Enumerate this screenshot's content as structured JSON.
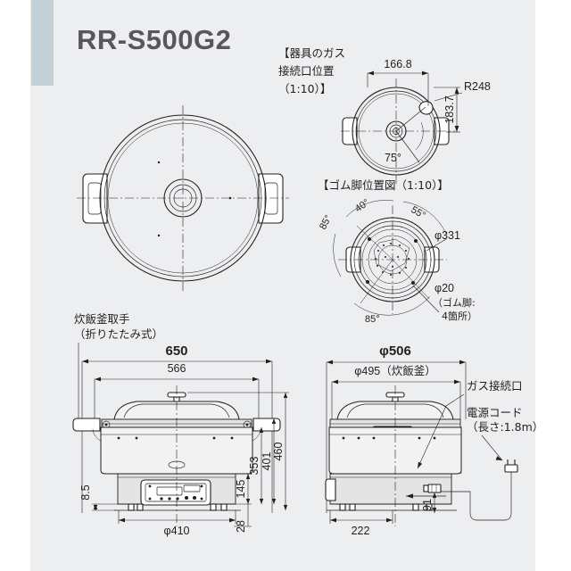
{
  "product": {
    "model": "RR-S500G2"
  },
  "colors": {
    "panel_bg": "#eceef0",
    "accent_bar": "#c3d0d8",
    "title": "#58585b",
    "line": "#231f20"
  },
  "views": {
    "top_view": {
      "name": "top-view-lid"
    },
    "gas_port": {
      "title_lines": [
        "【器具のガス",
        "接続口位置",
        "（1:10）】"
      ],
      "dims": {
        "horizontal": "166.8",
        "radius": "R248",
        "vertical": "183.7",
        "angle": "75°"
      }
    },
    "rubber_feet": {
      "title": "【ゴム脚位置図（1:10）】",
      "angles": {
        "upper_left": "40°",
        "upper_right": "55°",
        "left": "85°",
        "bottom": "85°"
      },
      "dims": {
        "circle": "φ331",
        "foot": "φ20"
      },
      "foot_note_lines": [
        "（ゴム脚:",
        "4箇所）"
      ]
    },
    "front_view": {
      "handle_note_lines": [
        "炊飯釜取手",
        "（折りたたみ式）"
      ],
      "dims": {
        "overall_width": "650",
        "body_width": "566",
        "base_diameter": "φ410",
        "base_height": "8.5",
        "panel_height": "145",
        "foot_height": "28",
        "body_height": "353",
        "overall_height": "401",
        "total_height": "460"
      }
    },
    "side_view": {
      "dims": {
        "outer_diameter": "φ506",
        "pot_diameter": "φ495（炊飯釜）",
        "base_width": "222",
        "cord_height": "91"
      },
      "callouts": {
        "gas_port": "ガス接続口",
        "power_cord_line1": "電源コード",
        "power_cord_line2": "（長さ:1.8m）"
      }
    }
  }
}
